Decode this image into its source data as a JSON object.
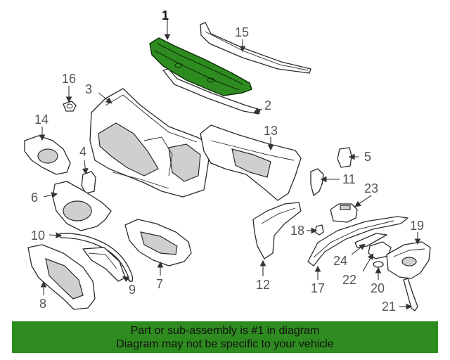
{
  "diagram": {
    "highlight_color": "#2e8b1f",
    "highlighted_part": "1",
    "callouts": [
      "1",
      "2",
      "3",
      "4",
      "5",
      "6",
      "7",
      "8",
      "9",
      "10",
      "11",
      "12",
      "13",
      "14",
      "15",
      "16",
      "17",
      "18",
      "19",
      "20",
      "21",
      "22",
      "23",
      "24"
    ]
  },
  "footer": {
    "background": "#2e8b1f",
    "line1": "Part or sub-assembly is #1 in diagram",
    "line2": "Diagram may not be specific to your vehicle"
  }
}
